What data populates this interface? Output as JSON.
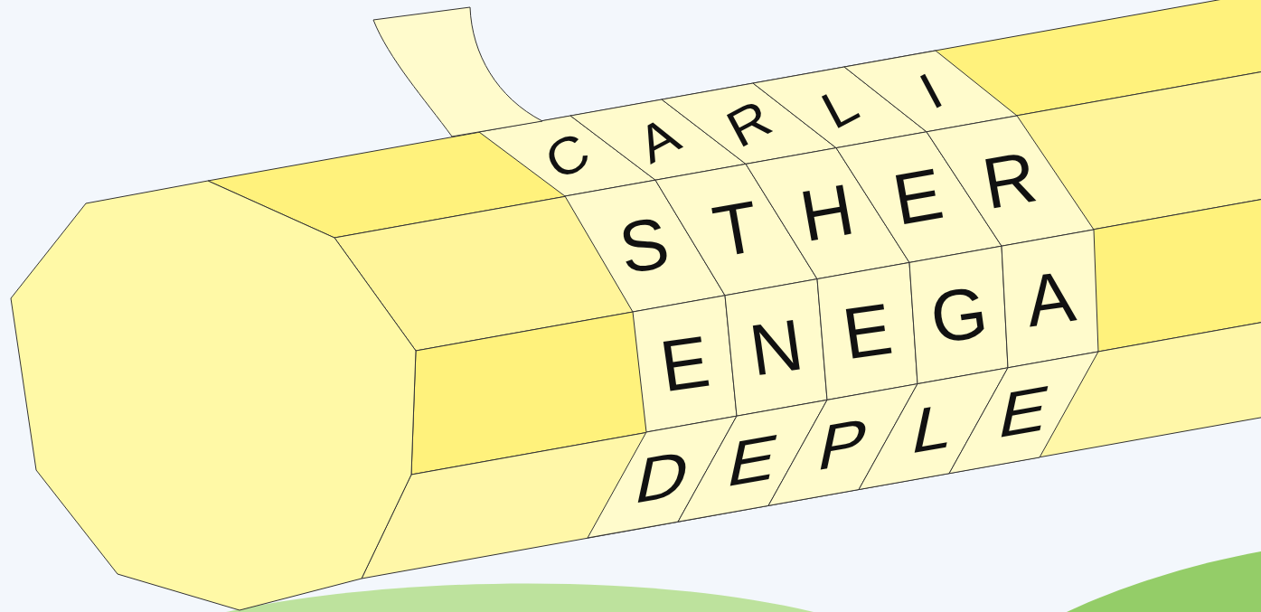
{
  "diagram": {
    "labels": [
      "C",
      "A",
      "R",
      "L",
      "I",
      "S",
      "T",
      "H",
      "E",
      "R",
      "E",
      "N",
      "E",
      "G",
      "A",
      "D",
      "E",
      "P",
      "L",
      "E"
    ]
  }
}
